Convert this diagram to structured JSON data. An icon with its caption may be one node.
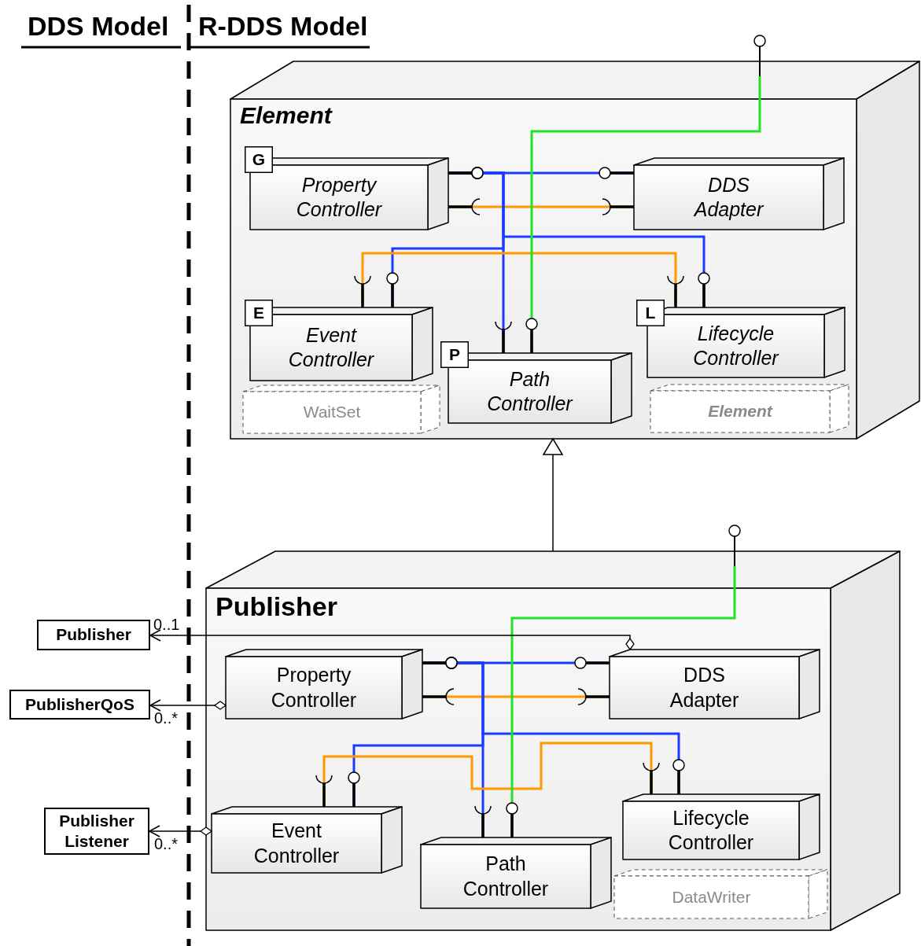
{
  "diagram": {
    "nodes": [
      {
        "text": [
          "Element"
        ]
      },
      {
        "text": [
          "G"
        ],
        "in": 0
      },
      {
        "text": [
          "Property Controller"
        ],
        "in": 0
      },
      {
        "text": [
          "DDS Adapter"
        ],
        "in": 0
      },
      {
        "text": [
          "E"
        ],
        "in": 0
      },
      {
        "text": [
          "Event Controller"
        ],
        "in": 0
      },
      {
        "text": [
          "L"
        ],
        "in": 0
      },
      {
        "text": [
          "Lifecycle Controller"
        ],
        "in": 0
      },
      {
        "text": [
          "P"
        ],
        "in": 0
      },
      {
        "text": [
          "Path Controller"
        ],
        "in": 0
      },
      {
        "text": [
          "WaitSet"
        ],
        "in": 0
      },
      {
        "text": [
          "Element"
        ],
        "in": 0
      },
      {
        "text": [],
        "shape": "circle"
      },
      {
        "text": [
          "Publisher"
        ]
      },
      {
        "text": [],
        "shape": "circle"
      },
      {
        "text": [
          "Property Controller"
        ],
        "in": 13
      },
      {
        "text": [
          "DDS Adapter"
        ],
        "in": 13
      },
      {
        "text": [
          "Event Controller"
        ],
        "in": 13
      },
      {
        "text": [
          "Lifecycle Controller"
        ],
        "in": 13
      },
      {
        "text": [
          "Path Controller"
        ],
        "in": 13
      },
      {
        "text": [
          "DataWriter"
        ],
        "in": 13
      },
      {
        "text": [
          "Publisher"
        ]
      },
      {
        "text": [
          "PublisherQoS"
        ]
      },
      {
        "text": [
          "Publisher Listener"
        ]
      }
    ],
    "edges": [
      {
        "from": 2,
        "to": 3,
        "arrow": "other"
      },
      {
        "from": 2,
        "to": 3,
        "arrow": "other",
        "color": "#ff9900"
      },
      {
        "from": 9,
        "to": 2,
        "arrow": "other"
      },
      {
        "from": 5,
        "to": 2,
        "arrow": "other"
      },
      {
        "from": 7,
        "to": 2,
        "arrow": "other"
      },
      {
        "from": 5,
        "to": 7,
        "arrow": "other",
        "color": "#ff9900"
      },
      {
        "from": 12,
        "to": 9,
        "arrow": "other",
        "color": "#22e022"
      },
      {
        "from": 15,
        "to": 16,
        "arrow": "other"
      },
      {
        "from": 15,
        "to": 16,
        "arrow": "other",
        "color": "#ff9900"
      },
      {
        "from": 19,
        "to": 15,
        "arrow": "other"
      },
      {
        "from": 17,
        "to": 15,
        "arrow": "other"
      },
      {
        "from": 18,
        "to": 15,
        "arrow": "other"
      },
      {
        "from": 17,
        "to": 18,
        "arrow": "other",
        "color": "#ff9900"
      },
      {
        "from": 14,
        "to": 19,
        "arrow": "other",
        "color": "#22e022"
      },
      {
        "from": 16,
        "to": 21,
        "arrow": "to",
        "label": "0..1",
        "color": "#000000"
      },
      {
        "from": 15,
        "to": 22,
        "arrow": "to",
        "label": "0..*",
        "color": "#000000"
      },
      {
        "from": 17,
        "to": 23,
        "arrow": "to",
        "label": "0..*",
        "color": "#000000"
      },
      {
        "from": 13,
        "to": 0,
        "arrow": "to",
        "color": "#000000"
      }
    ],
    "labels": [
      "DDS Model",
      "R-DDS Model"
    ]
  }
}
